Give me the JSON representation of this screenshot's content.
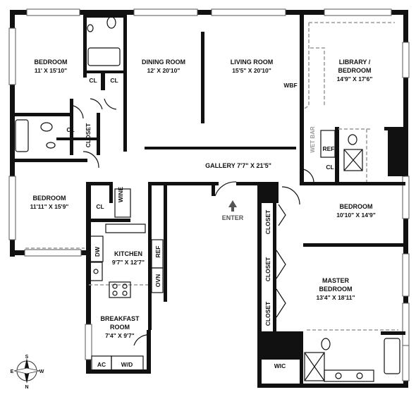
{
  "rooms": {
    "bedroom1": {
      "name": "BEDROOM",
      "dims": "11' X 15'10\""
    },
    "dining": {
      "name": "DINING ROOM",
      "dims": "12' X 20'10\""
    },
    "living": {
      "name": "LIVING ROOM",
      "dims": "15'5\" X 20'10\""
    },
    "library": {
      "name1": "LIBRARY /",
      "name2": "BEDROOM",
      "dims": "14'9\" X 17'6\""
    },
    "bedroom2": {
      "name": "BEDROOM",
      "dims": "11'11\" X 15'9\""
    },
    "gallery": {
      "name": "GALLERY 7'7\" X 21'5\""
    },
    "bedroom3": {
      "name": "BEDROOM",
      "dims": "10'10\" X 14'9\""
    },
    "kitchen": {
      "name": "KITCHEN",
      "dims": "9'7\" X 12'7\""
    },
    "master": {
      "name1": "MASTER",
      "name2": "BEDROOM",
      "dims": "13'4\" X 18'11\""
    },
    "breakfast": {
      "name1": "BREAKFAST",
      "name2": "ROOM",
      "dims": "7'4\" X 9'7\""
    }
  },
  "labels": {
    "cl": "CL",
    "closet": "CLOSET",
    "wbf": "WBF",
    "wet_bar": "WET BAR",
    "ref": "REF",
    "wine": "WINE",
    "dw": "DW",
    "ovn": "OVN",
    "ac": "AC",
    "wd": "W/D",
    "wic": "WIC",
    "enter": "ENTER"
  },
  "compass": {
    "n": "N",
    "s": "S",
    "e": "E",
    "w": "W"
  }
}
